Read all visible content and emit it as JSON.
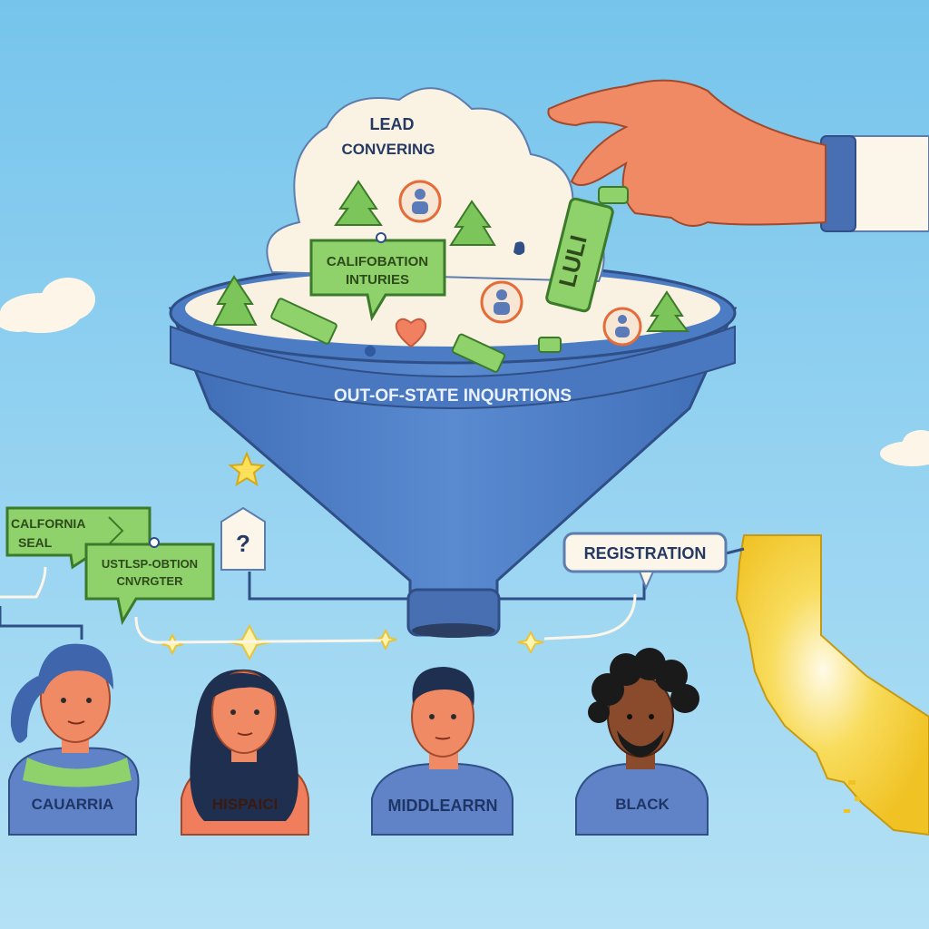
{
  "cloud": {
    "line1": "LEAD",
    "line2": "CONVERING"
  },
  "funnel": {
    "band_label": "OUT-OF-STATE INQURTIONS"
  },
  "hand_tag": "LULI",
  "inquiries_bubble": {
    "line1": "CALIFOBATION",
    "line2": "INTURIES"
  },
  "side_tags": {
    "california_seal": {
      "line1": "CALFORNIA",
      "line2": "SEAL"
    },
    "converter": {
      "line1": "USTLSP-OBTION",
      "line2": "CNVRGTER"
    },
    "unknown": "?"
  },
  "registration": "REGISTRATION",
  "people": [
    {
      "label": "CAUARRIA"
    },
    {
      "label": "HISPAICI"
    },
    {
      "label": "MIDDLEARRN"
    },
    {
      "label": "BLACK"
    }
  ],
  "colors": {
    "sky_top": "#7cc7ee",
    "sky_bottom": "#a9ddf4",
    "funnel_blue": "#4a78c0",
    "tag_green": "#8fd16a",
    "california_yellow": "#f4c92c",
    "hand_skin": "#f08a64"
  }
}
